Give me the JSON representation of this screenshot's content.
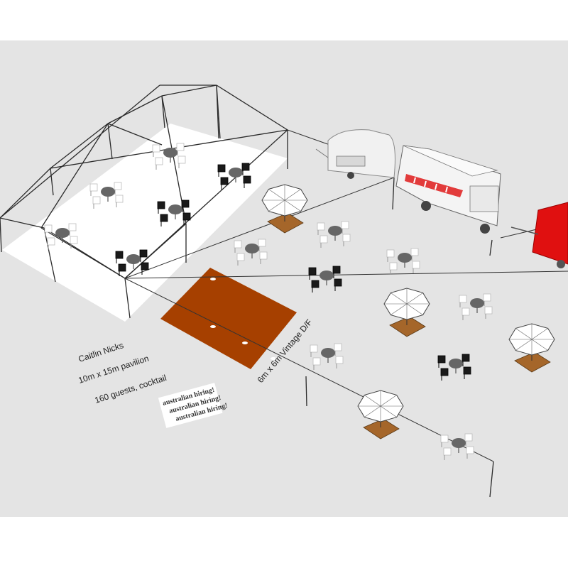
{
  "colors": {
    "ground": "#e4e4e4",
    "floor": "#ffffff",
    "frame": "#2a2a2a",
    "dance_floor": "#a64000",
    "deck": "#a5662a",
    "table_top": "#666666",
    "umbrella": "#ffffff",
    "food_truck_stripes": "#e23b3b",
    "trailer": "#e01010"
  },
  "annotations": {
    "client_name": "Caitlin Nicks",
    "pavilion_size": "10m x 15m pavilion",
    "guests": "160 guests, cocktail",
    "dance_floor_label": "6m x 6m Vintage D/F"
  },
  "logo": {
    "lines": [
      "australian hiring!",
      "australian hiring!",
      "australian hiring!"
    ]
  }
}
